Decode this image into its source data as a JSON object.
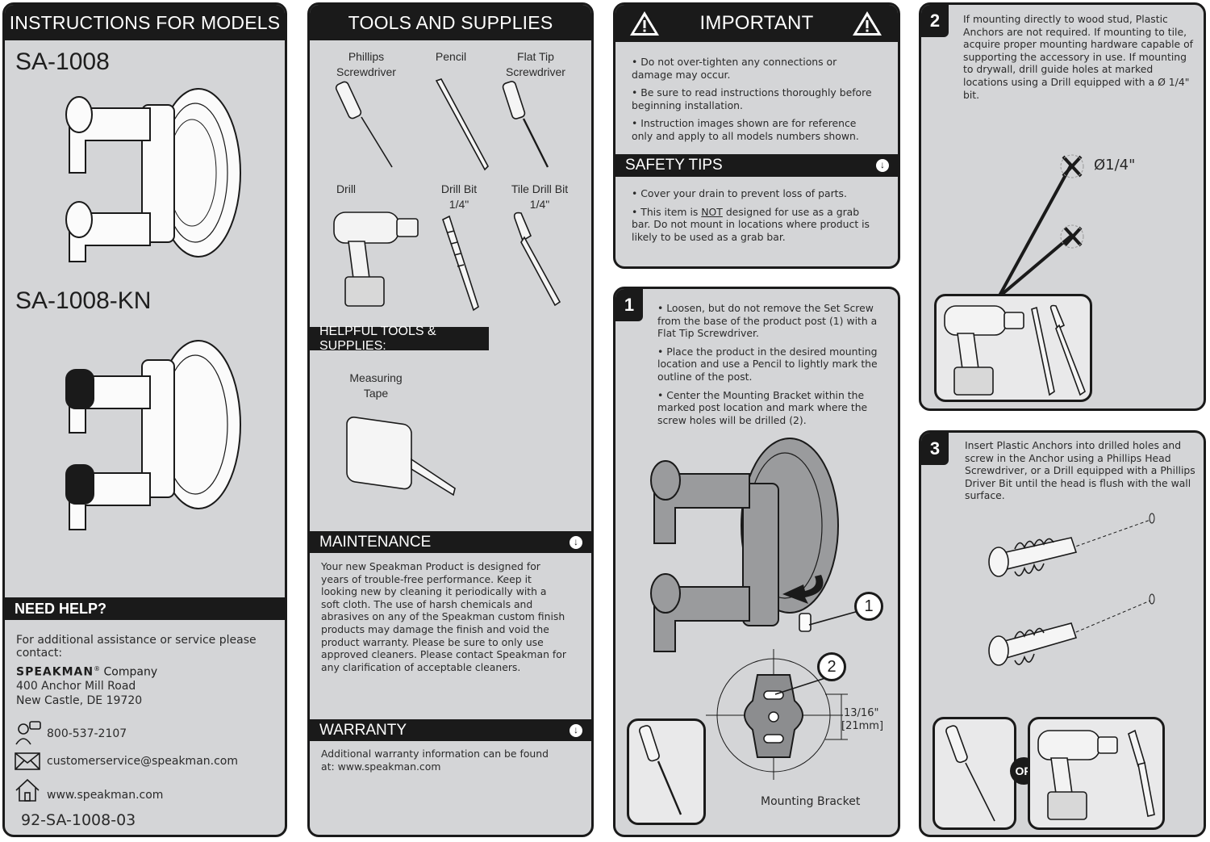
{
  "models": {
    "header": "INSTRUCTIONS FOR MODELS",
    "model1": "SA-1008",
    "model2": "SA-1008-KN",
    "need_help": "NEED HELP?",
    "contact_intro": "For additional assistance or service please contact:",
    "company_brand": "SPEAKMAN",
    "company_suffix": "Company",
    "registered": "®",
    "address1": "400 Anchor Mill Road",
    "address2": "New Castle, DE 19720",
    "phone": "800-537-2107",
    "email": "customerservice@speakman.com",
    "website": "www.speakman.com",
    "doc_number": "92-SA-1008-03"
  },
  "tools": {
    "header": "TOOLS AND SUPPLIES",
    "items": [
      "Phillips\nScrewdriver",
      "Pencil",
      "Flat Tip\nScrewdriver",
      "Drill",
      "Drill Bit\n1/4\"",
      "Tile Drill Bit\n1/4\""
    ],
    "helpful_header": "HELPFUL TOOLS & SUPPLIES:",
    "helpful_item": "Measuring\nTape",
    "maintenance_header": "MAINTENANCE",
    "maintenance_text": "Your new Speakman Product is designed for years of trouble-free performance. Keep it looking new by cleaning it periodically with a soft cloth. The use of harsh chemicals and abrasives on any of the Speakman custom finish products may damage the finish and void the product warranty. Please be sure to only use approved cleaners. Please contact Speakman for any clarification of acceptable cleaners.",
    "warranty_header": "WARRANTY",
    "warranty_text": "Additional warranty information can be found at: www.speakman.com"
  },
  "important": {
    "header": "IMPORTANT",
    "bullets": [
      "Do not over-tighten any connections or damage may occur.",
      "Be sure to read instructions thoroughly before beginning installation.",
      "Instruction images shown are for reference only and apply to all models numbers shown."
    ],
    "safety_header": "SAFETY TIPS",
    "safety1": "Cover your drain to prevent loss of parts.",
    "safety2_pre": "This item is ",
    "safety2_not": "NOT",
    "safety2_post": " designed for use as a grab bar. Do not mount in locations where product is likely to be used as a grab bar."
  },
  "step1": {
    "number": "1",
    "bullets": [
      "Loosen, but do not remove the Set Screw from the base of the product post (1) with a Flat Tip Screwdriver.",
      "Place the product in the desired mounting location and use a Pencil to lightly mark the outline of the post.",
      "Center the Mounting Bracket within the marked post location and mark where the screw holes will be drilled (2)."
    ],
    "callout1": "1",
    "callout2": "2",
    "dim1": "13/16\"",
    "dim2": "[21mm]",
    "bracket_label": "Mounting Bracket"
  },
  "step2": {
    "number": "2",
    "text": "If mounting directly to wood stud, Plastic Anchors are not required. If mounting to tile, acquire proper mounting hardware capable of supporting the accessory in use. If mounting to drywall, drill guide holes at marked locations using a Drill equipped with a Ø 1/4\" bit.",
    "dia_label": "Ø1/4\""
  },
  "step3": {
    "number": "3",
    "text": "Insert Plastic Anchors into drilled holes and screw in the Anchor using a Phillips Head Screwdriver, or a Drill equipped with a Phillips Driver Bit until the head is flush with the wall surface.",
    "or_label": "OR"
  }
}
